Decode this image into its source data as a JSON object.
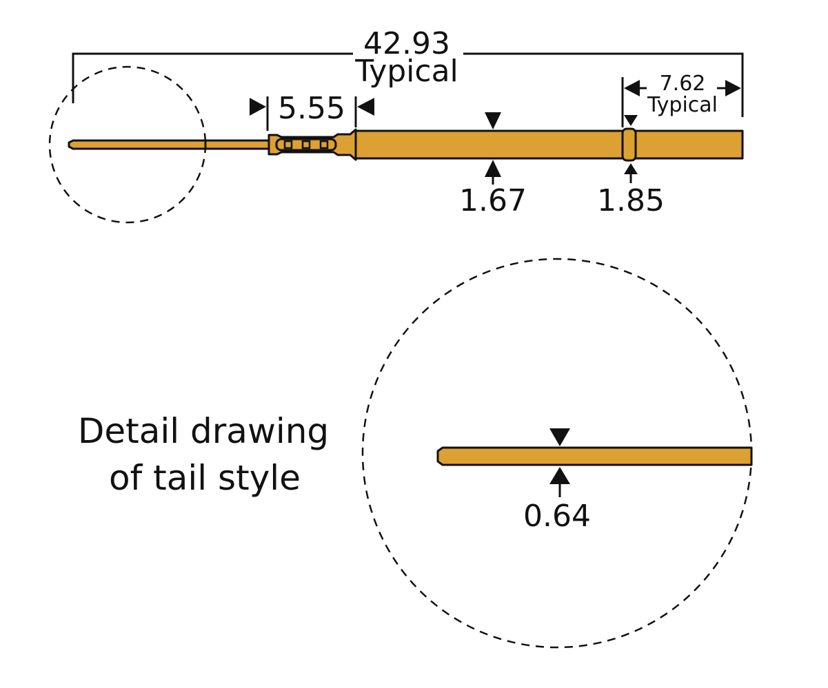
{
  "colors": {
    "pin": "#DDA032",
    "outline": "#111111"
  },
  "dimensions": {
    "overall_length": "42.93",
    "overall_note": "Typical",
    "sleeve_length": "5.55",
    "end_length": "7.62",
    "end_note": "Typical",
    "body_diameter": "1.67",
    "band_diameter": "1.85",
    "tail_width": "0.64"
  },
  "detail_label": {
    "line1": "Detail drawing",
    "line2": "of tail style"
  }
}
